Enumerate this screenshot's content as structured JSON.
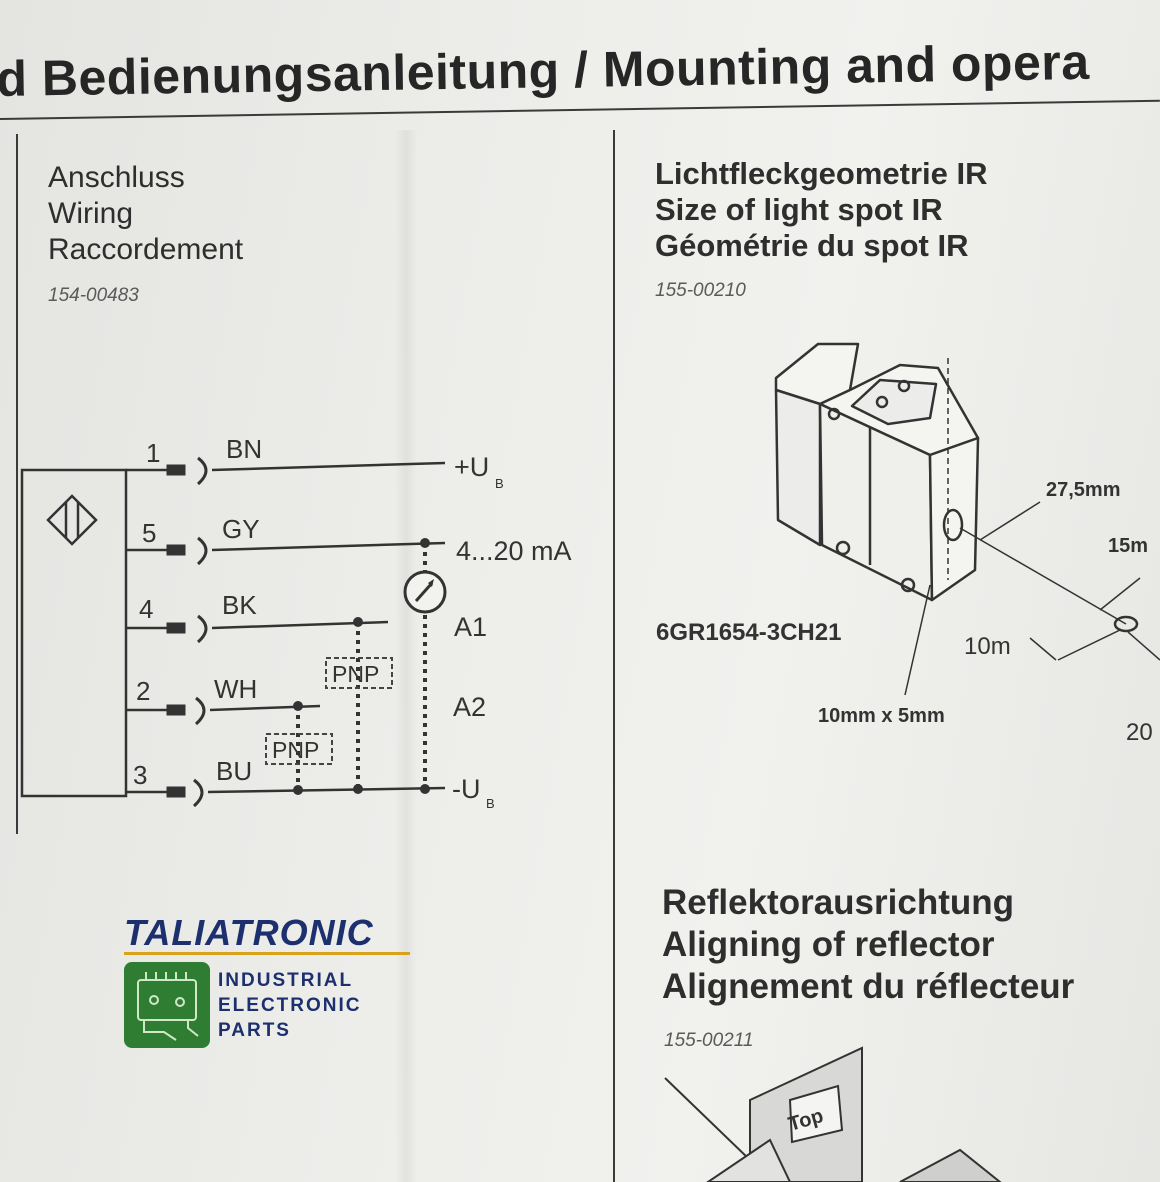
{
  "header": {
    "title": "d Bedienungsanleitung / Mounting and opera"
  },
  "wiring": {
    "title_de": "Anschluss",
    "title_en": "Wiring",
    "title_fr": "Raccordement",
    "code": "154-00483",
    "pins": [
      {
        "number": "1",
        "color": "BN"
      },
      {
        "number": "5",
        "color": "GY"
      },
      {
        "number": "4",
        "color": "BK"
      },
      {
        "number": "2",
        "color": "WH"
      },
      {
        "number": "3",
        "color": "BU"
      }
    ],
    "outputs": {
      "plus_ub": "+U",
      "ub_sub": "B",
      "current": "4...20 mA",
      "a1": "A1",
      "a2": "A2",
      "minus_ub": "-U",
      "minus_sub": "B"
    },
    "pnp_label": "PNP"
  },
  "spot": {
    "title_de": "Lichtfleckgeometrie IR",
    "title_en": "Size of light spot IR",
    "title_fr": "Géométrie du spot IR",
    "code": "155-00210",
    "model": "6GR1654-3CH21",
    "dim_275": "27,5mm",
    "dim_15": "15m",
    "dim_10m": "10m",
    "dim_spot": "10mm x 5mm",
    "dim_20": "20"
  },
  "align": {
    "title_de": "Reflektorausrichtung",
    "title_en": "Aligning of reflector",
    "title_fr": "Alignement du réflecteur",
    "code": "155-00211",
    "top_label": "Top"
  },
  "logo": {
    "brand": "TALIATRONIC",
    "line1": "INDUSTRIAL",
    "line2": "ELECTRONIC",
    "line3": "PARTS",
    "accent": "#d9a21b",
    "brand_color": "#1c2f6e",
    "chip_color": "#2e7d32"
  }
}
